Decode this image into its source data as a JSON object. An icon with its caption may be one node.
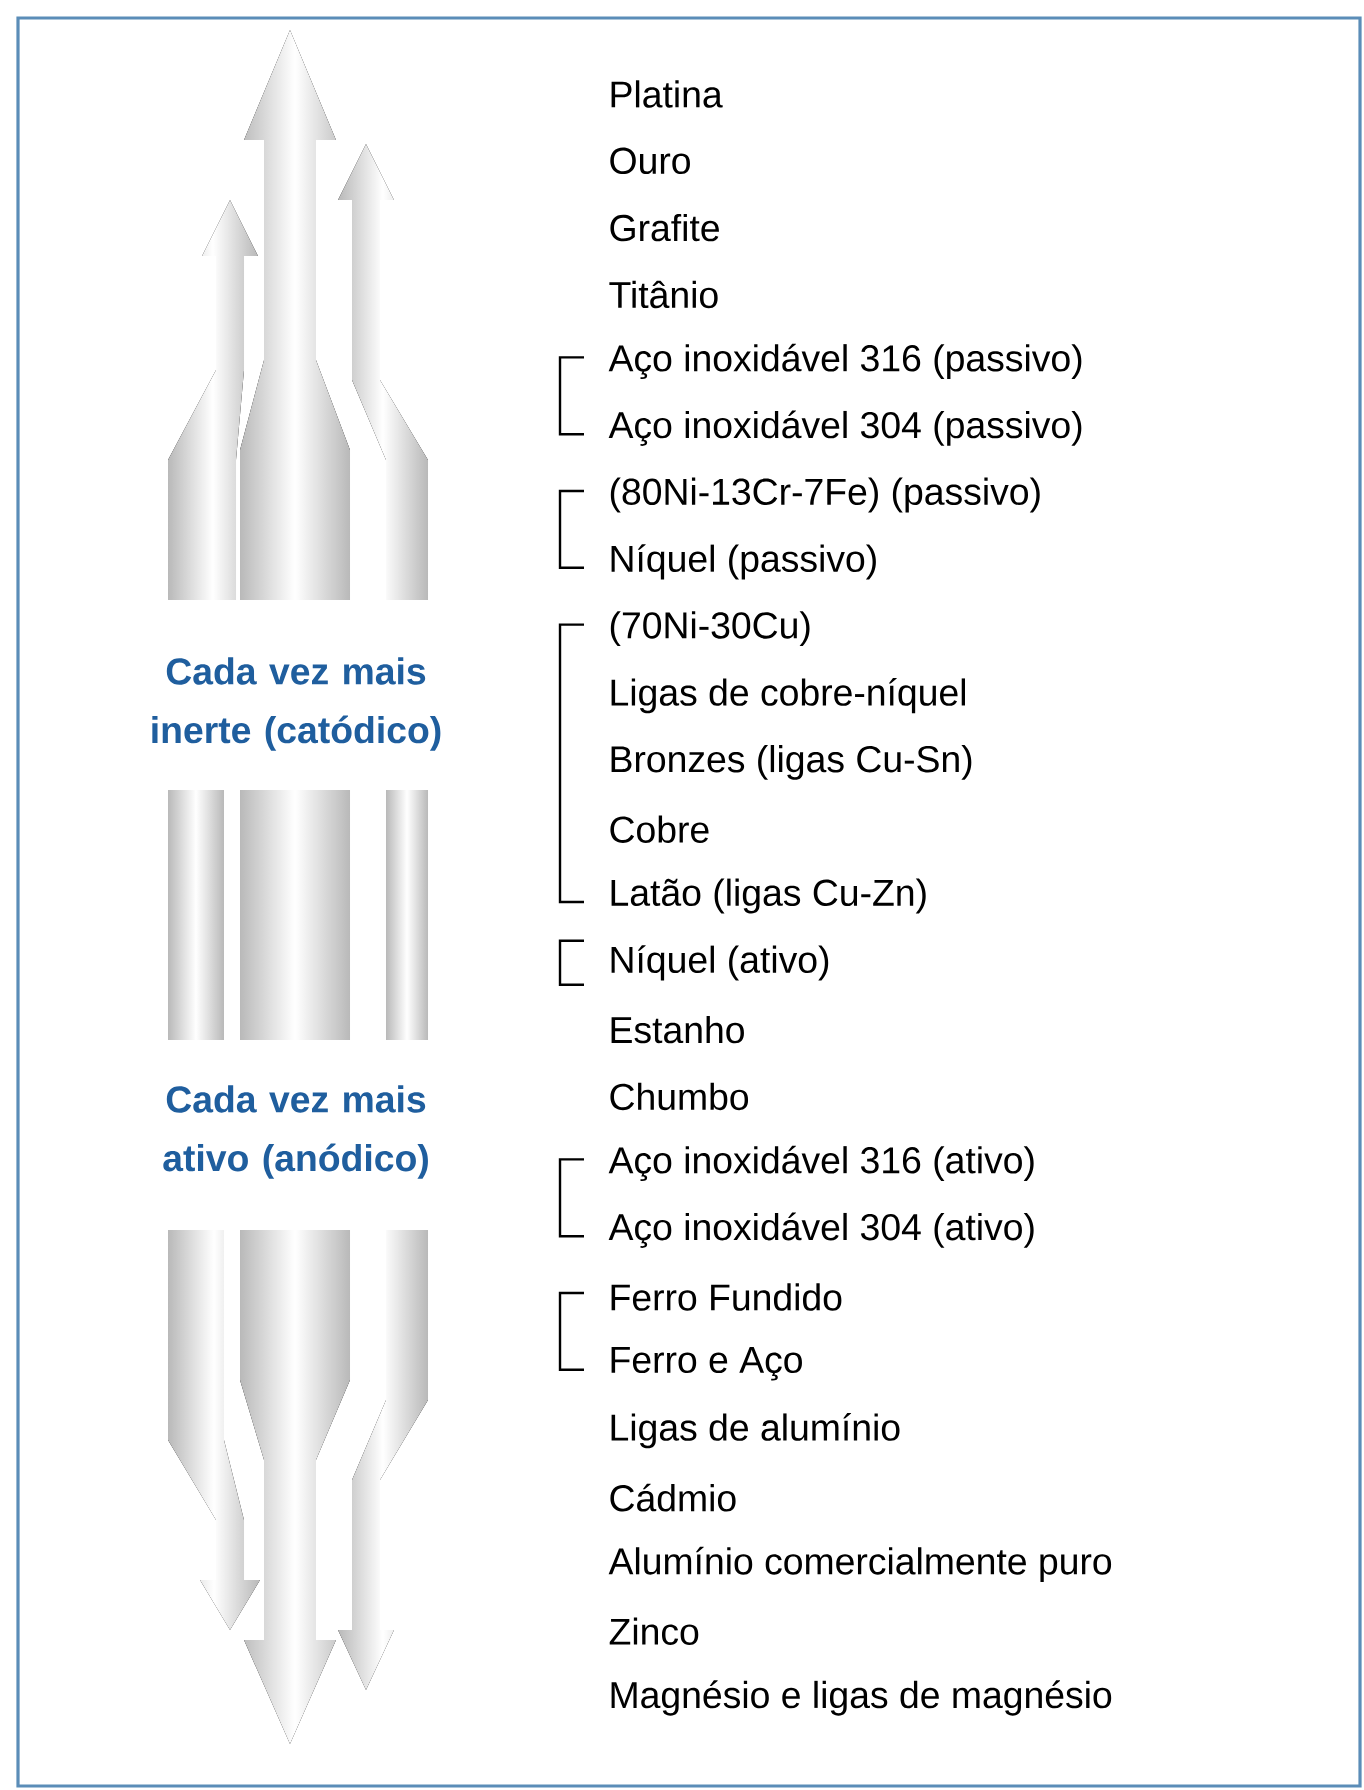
{
  "diagram": {
    "labels": [
      "Platina",
      "Ouro",
      "Grafite",
      "Titânio",
      "Aço inoxidável 316 (passivo)",
      "Aço inoxidável 304 (passivo)",
      "(80Ni-13Cr-7Fe) (passivo)",
      "Níquel (passivo)",
      "(70Ni-30Cu)",
      "Ligas de cobre-níquel",
      "Bronzes (ligas Cu-Sn)",
      "Cobre",
      "Latão (ligas Cu-Zn)",
      "Níquel (ativo)",
      "Estanho",
      "Chumbo",
      "Aço inoxidável 316 (ativo)",
      "Aço inoxidável 304 (ativo)",
      "Ferro Fundido",
      "Ferro e Aço",
      "Ligas de alumínio",
      "Cádmio",
      "Alumínio comercialmente puro",
      "Zinco",
      "Magnésio e ligas de magnésio",
      "Cada vez mais inerte (catódico)",
      "Cada vez mais ativo (anódico)"
    ]
  }
}
